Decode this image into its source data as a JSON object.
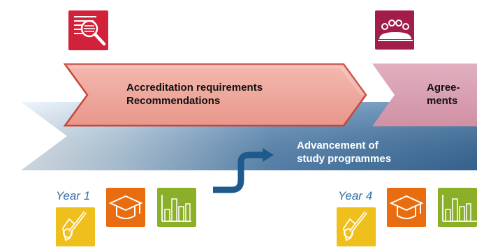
{
  "arrow_main": {
    "line1": "Accreditation requirements",
    "line2": "Recommendations",
    "fill": "#eea69b",
    "stroke": "#c8453c"
  },
  "arrow_right": {
    "line1": "Agree-",
    "line2": "ments",
    "fill": "#d9a1b2"
  },
  "band": {
    "line1": "Advancement of",
    "line2": "study programmes",
    "color": "#3e74a4"
  },
  "years": {
    "first": "Year 1",
    "second": "Year 4",
    "color": "#2f6ea8"
  },
  "icons": {
    "review": "document-magnifier-icon",
    "meeting": "group-meeting-icon",
    "edit": "pencil-document-icon",
    "graduation": "graduation-cap-icon",
    "stats": "bar-chart-icon",
    "flow": "curved-arrow-icon"
  },
  "colors": {
    "red": "#d2223b",
    "maroon": "#a31d4b",
    "yellow": "#efbf1b",
    "orange": "#e96d10",
    "olive": "#8caf2a"
  }
}
